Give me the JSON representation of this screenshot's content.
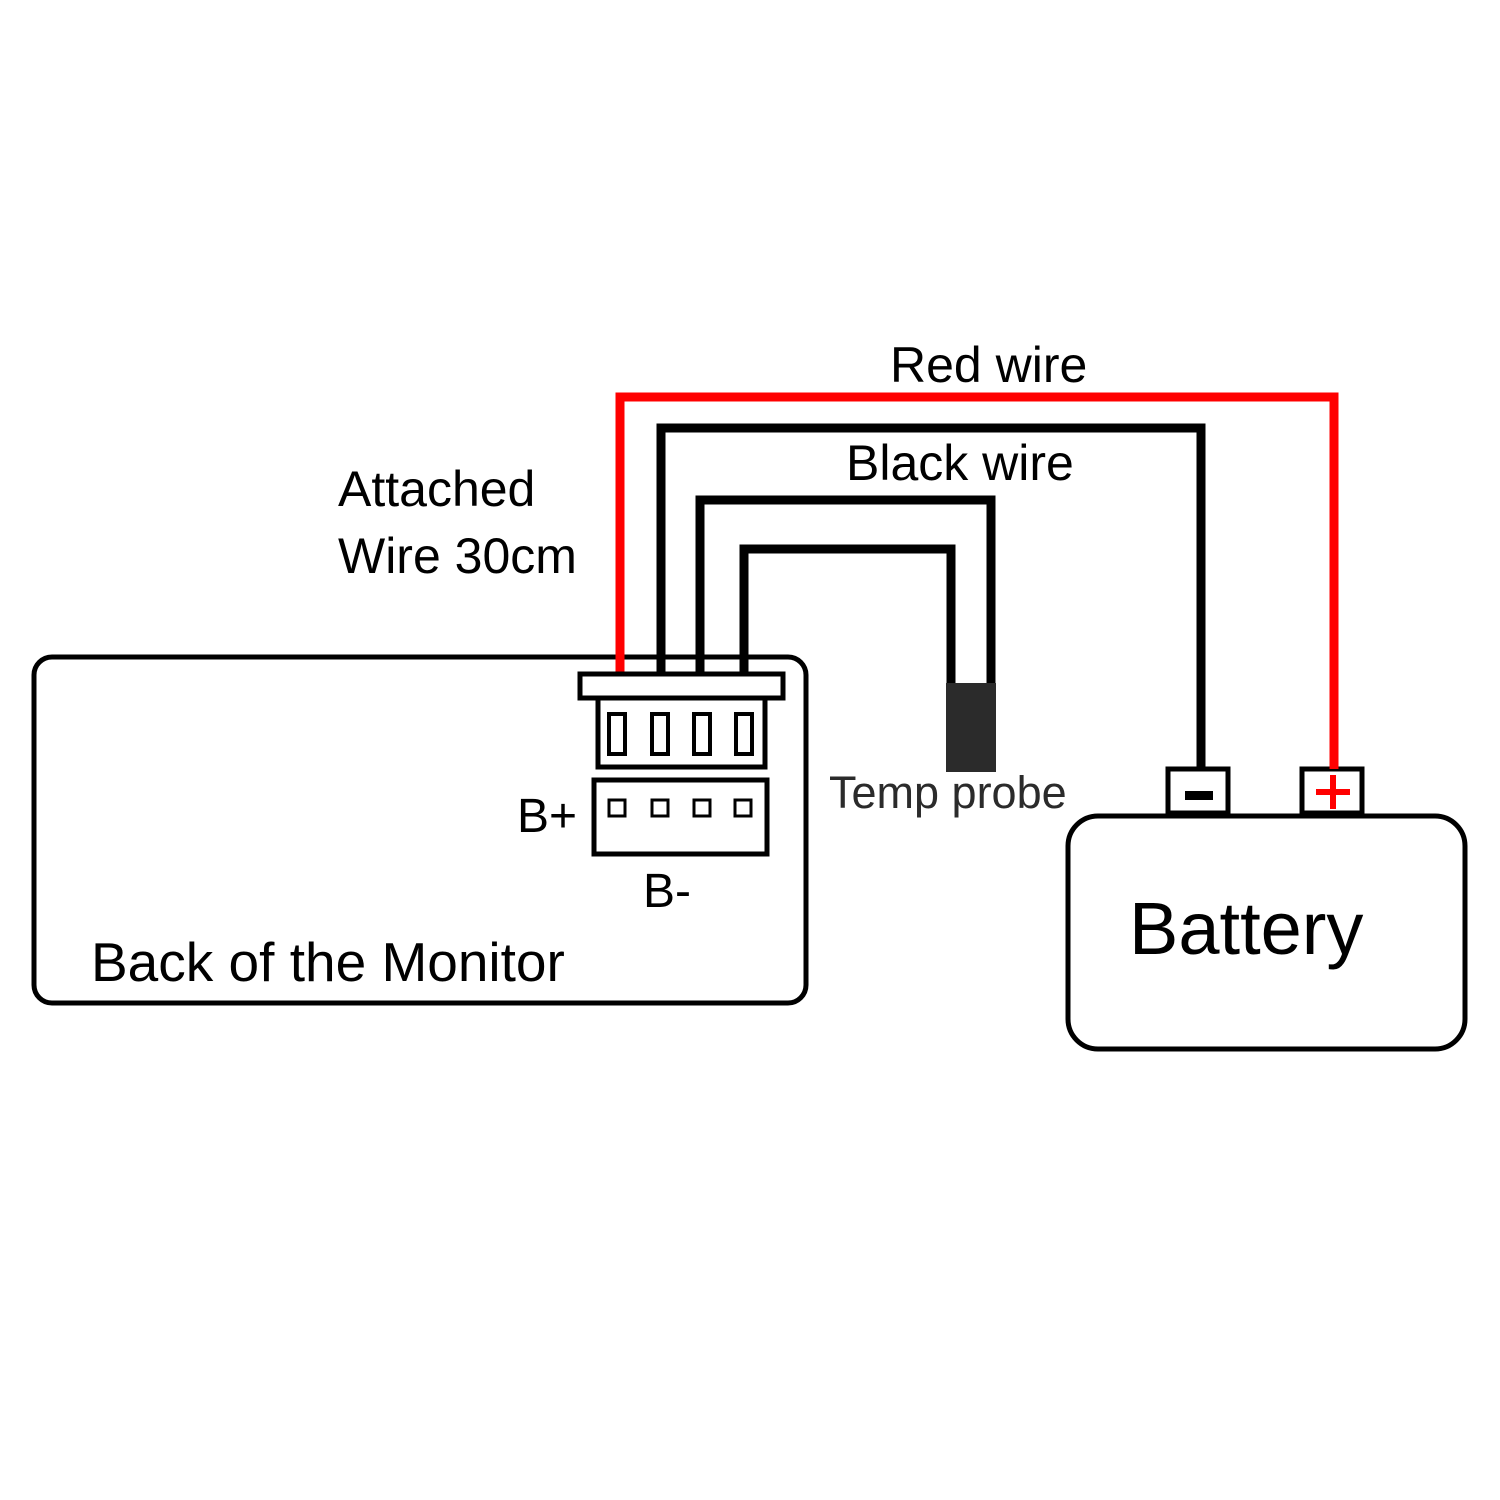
{
  "diagram": {
    "type": "wiring-diagram",
    "labels": {
      "red_wire": "Red wire",
      "black_wire": "Black wire",
      "attached_wire_line1": "Attached",
      "attached_wire_line2": "Wire 30cm",
      "temp_probe": "Temp probe",
      "b_plus": "B+",
      "b_minus": "B-",
      "monitor": "Back of the Monitor",
      "battery": "Battery",
      "negative_terminal": "−",
      "positive_terminal": "+"
    },
    "colors": {
      "red_wire": "#ff0000",
      "black_wire": "#000000",
      "probe": "#2b2b2b",
      "outline": "#000000",
      "background": "#ffffff"
    },
    "wires": [
      {
        "name": "red-wire",
        "color": "red",
        "from": "connector-pin-1",
        "to": "battery-positive-terminal"
      },
      {
        "name": "black-wire",
        "color": "black",
        "from": "connector-pin-2",
        "to": "battery-negative-terminal"
      },
      {
        "name": "temp-probe-wire-a",
        "color": "black",
        "from": "connector-pin-3",
        "to": "temp-probe"
      },
      {
        "name": "temp-probe-wire-b",
        "color": "black",
        "from": "connector-pin-4",
        "to": "temp-probe"
      }
    ],
    "connector": {
      "plug_pins": 4,
      "socket_pins": 4
    }
  }
}
